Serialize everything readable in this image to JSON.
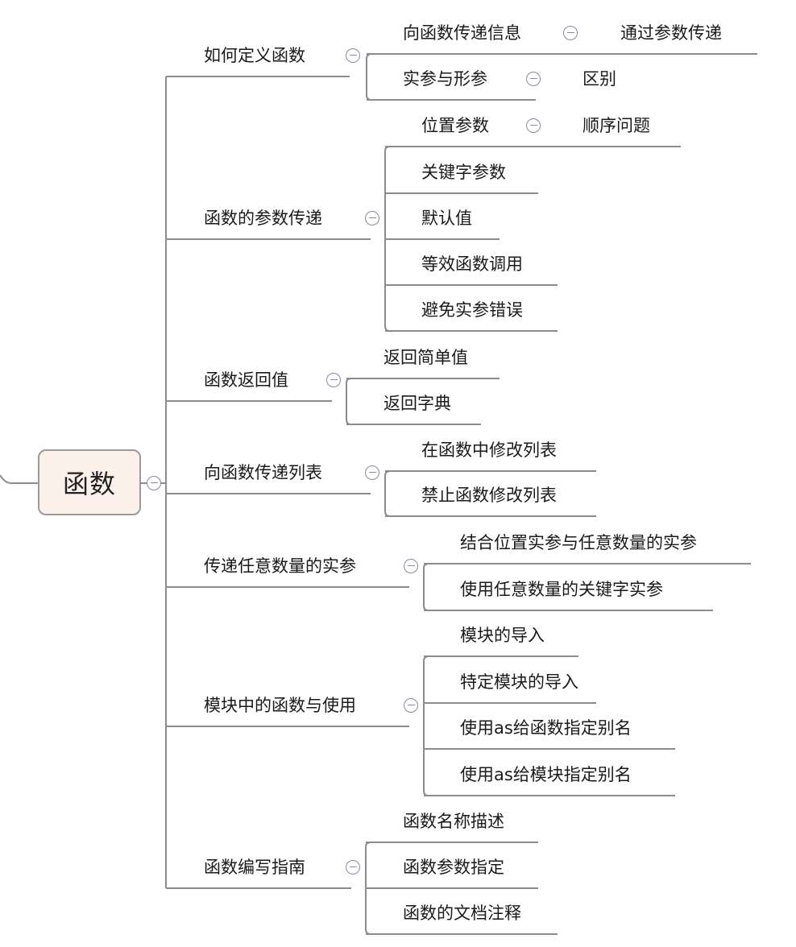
{
  "root": "函数",
  "topics": [
    {
      "label": "如何定义函数",
      "children": [
        "向函数传递信息",
        "实参与形参"
      ],
      "detail": [
        "通过参数传递",
        "区别"
      ]
    },
    {
      "label": "函数的参数传递",
      "children": [
        "位置参数",
        "关键字参数",
        "默认值",
        "等效函数调用",
        "避免实参错误"
      ],
      "detail": [
        "顺序问题"
      ]
    },
    {
      "label": "函数返回值",
      "children": [
        "返回简单值",
        "返回字典"
      ]
    },
    {
      "label": "向函数传递列表",
      "children": [
        "在函数中修改列表",
        "禁止函数修改列表"
      ]
    },
    {
      "label": "传递任意数量的实参",
      "children": [
        "结合位置实参与任意数量的实参",
        "使用任意数量的关键字实参"
      ]
    },
    {
      "label": "模块中的函数与使用",
      "children": [
        "模块的导入",
        "特定模块的导入",
        "使用as给函数指定别名",
        "使用as给模块指定别名"
      ]
    },
    {
      "label": "函数编写指南",
      "children": [
        "函数名称描述",
        "函数参数指定",
        "函数的文档注释"
      ]
    }
  ],
  "colors": {
    "line": "#8c8c8c",
    "root_fill": "#fbf1ea",
    "root_border": "#9a9a9a",
    "collapse": "#8a8aa0"
  }
}
